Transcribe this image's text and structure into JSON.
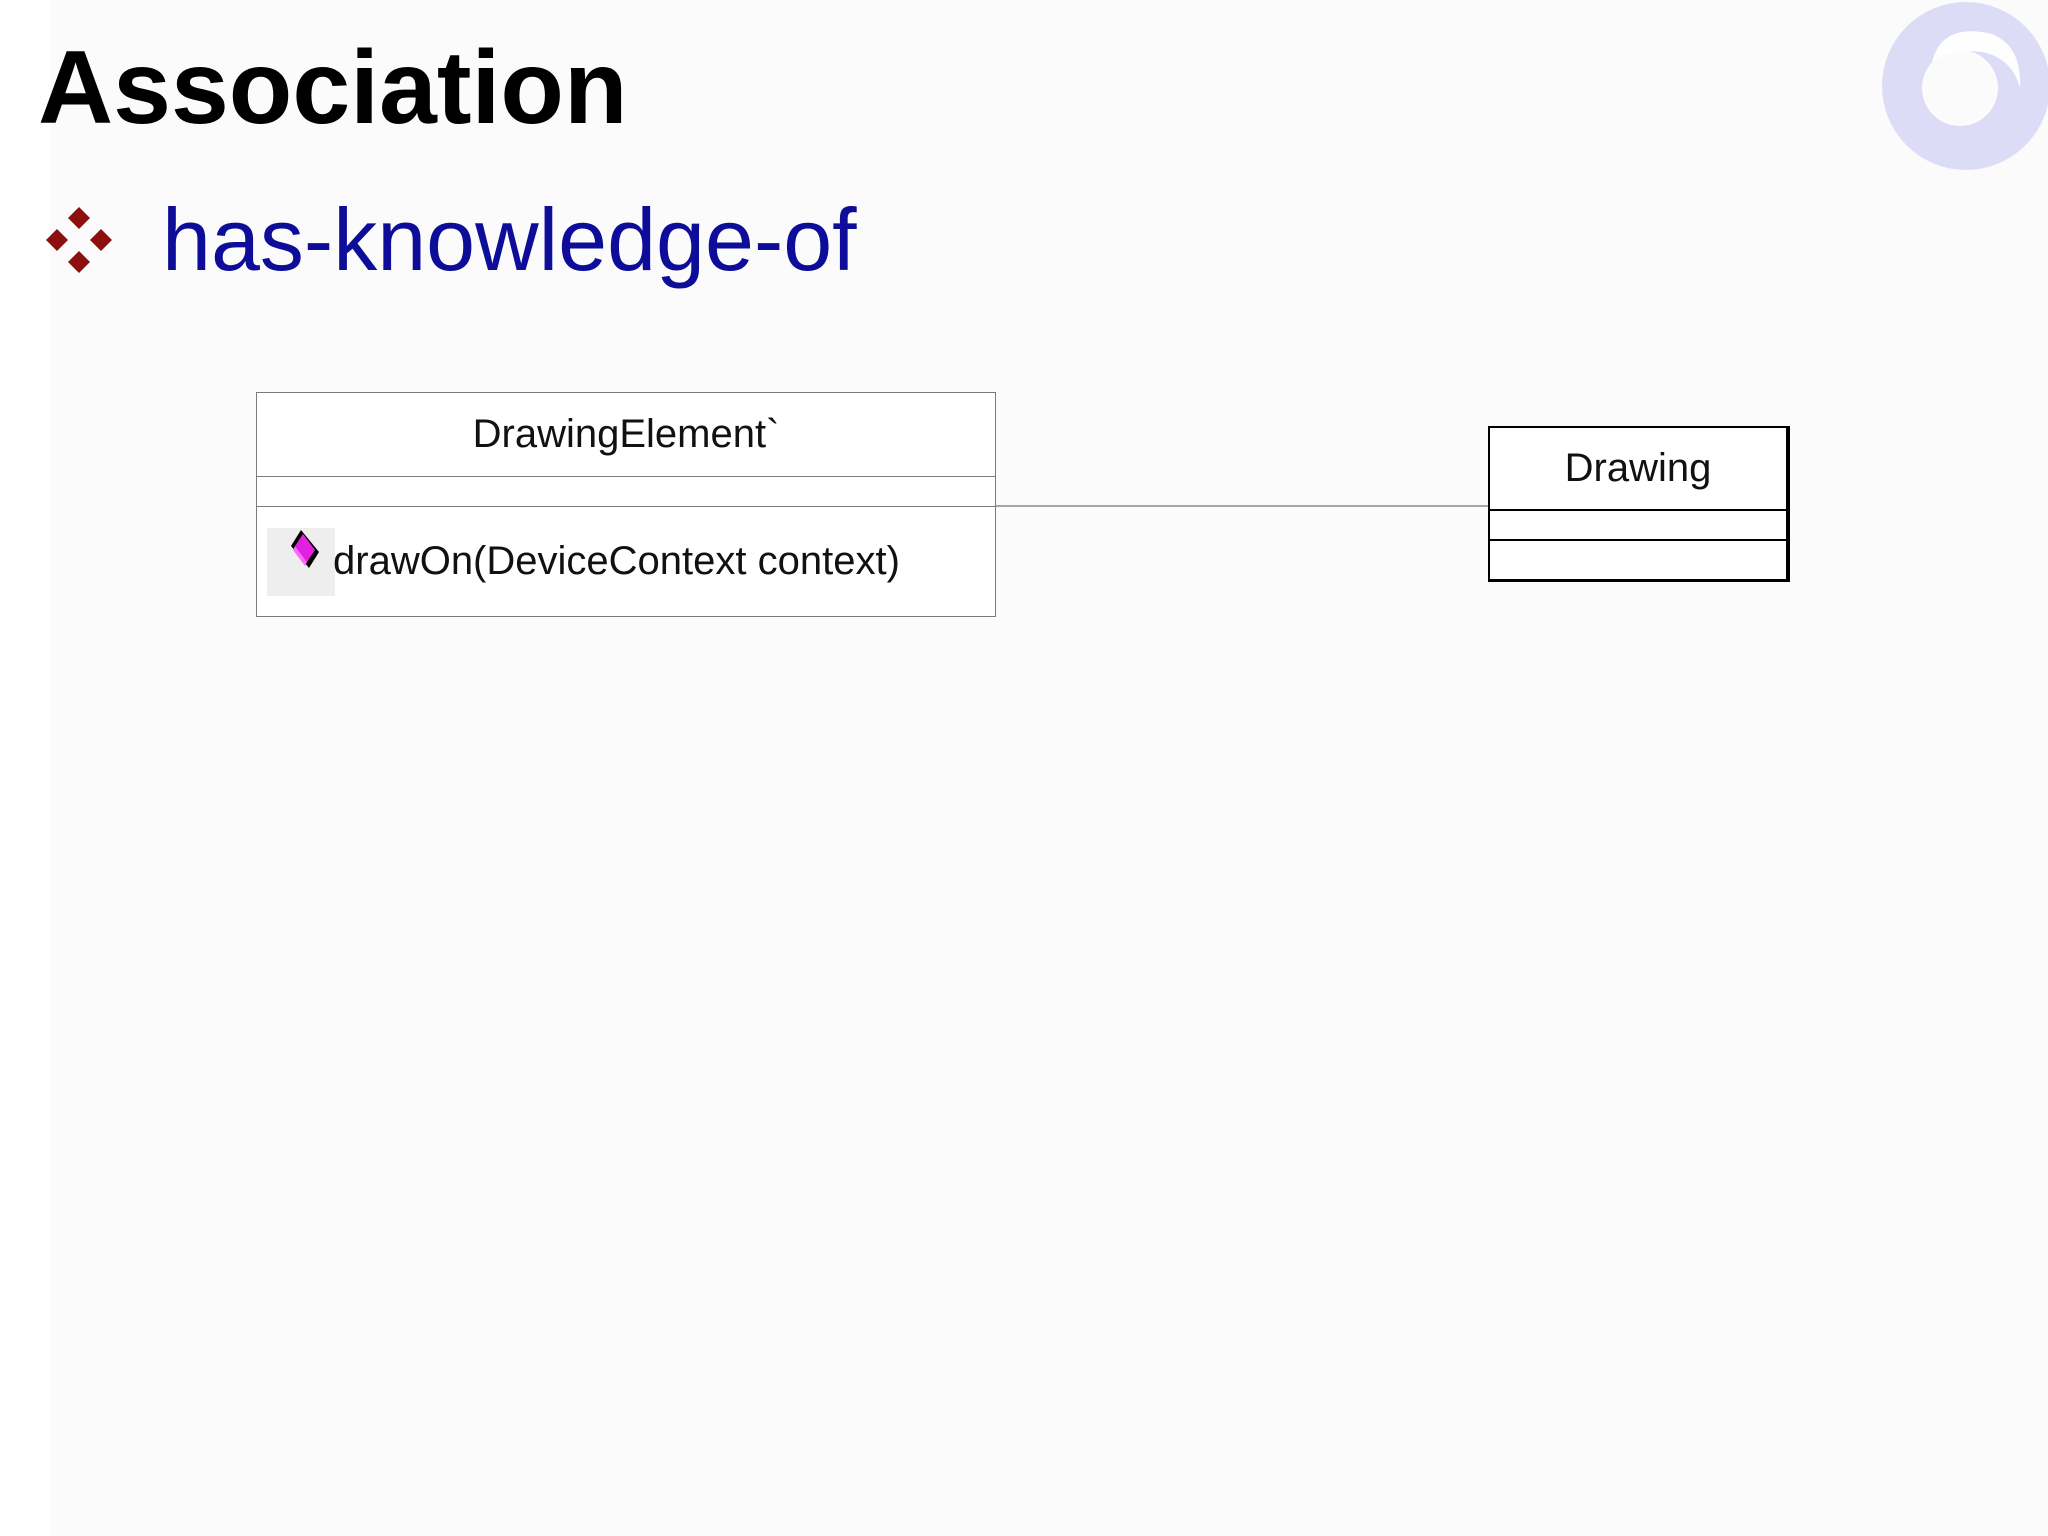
{
  "slide": {
    "title": "Association",
    "bullet": "has-knowledge-of"
  },
  "diagram": {
    "classes": [
      {
        "name": "DrawingElement`",
        "attributes": [],
        "operations": [
          {
            "text": "drawOn(DeviceContext context)",
            "icon": "operation-icon"
          }
        ]
      },
      {
        "name": "Drawing",
        "attributes": [],
        "operations": []
      }
    ],
    "associations": [
      {
        "from": "DrawingElement`",
        "to": "Drawing",
        "type": "association"
      }
    ]
  },
  "colors": {
    "title": "#000000",
    "bullet_text": "#0d0d99",
    "bullet_icon": "#8b0f0f",
    "logo": "#dcdcf6",
    "operation_icon": "#e022e0"
  },
  "icons": {
    "bullet": "four-diamond-bullet-icon",
    "logo": "ring-logo-icon",
    "operation": "operation-icon"
  }
}
